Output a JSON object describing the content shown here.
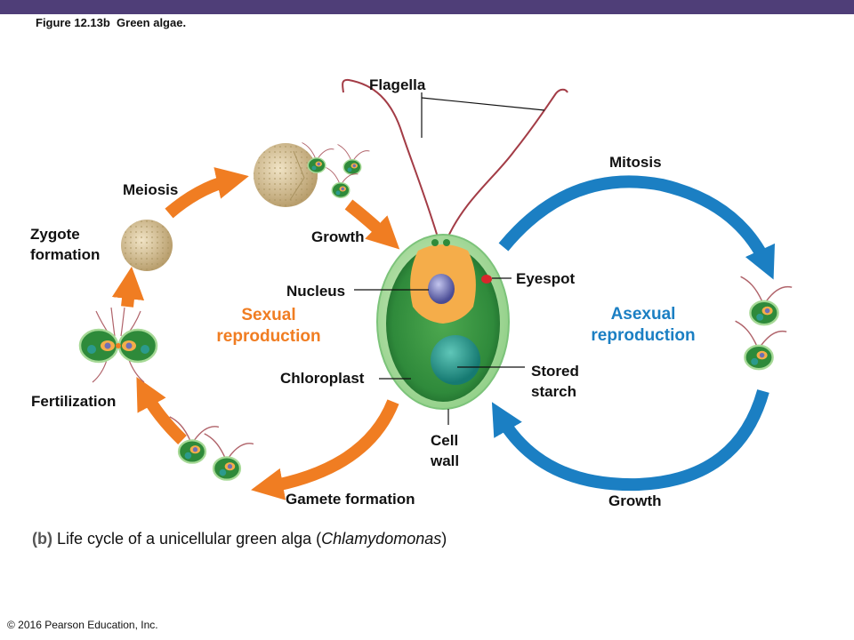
{
  "figure_title": "Figure 12.13b  Green algae.",
  "labels": {
    "flagella": "Flagella",
    "mitosis": "Mitosis",
    "meiosis": "Meiosis",
    "zygote_line1": "Zygote",
    "zygote_line2": "formation",
    "growth_left": "Growth",
    "eyespot": "Eyespot",
    "nucleus": "Nucleus",
    "sexual_line1": "Sexual",
    "sexual_line2": "reproduction",
    "asexual_line1": "Asexual",
    "asexual_line2": "reproduction",
    "chloroplast": "Chloroplast",
    "stored_line1": "Stored",
    "stored_line2": "starch",
    "fertilization": "Fertilization",
    "cellwall_line1": "Cell",
    "cellwall_line2": "wall",
    "gamete_formation": "Gamete formation",
    "growth_right": "Growth"
  },
  "caption": {
    "tag": "(b)",
    "text": "Life cycle of a unicellular green alga (",
    "genus": "Chlamydomonas",
    "close": ")"
  },
  "copyright": "© 2016 Pearson Education, Inc.",
  "colors": {
    "header_bar": "#4f3e78",
    "sexual_arrow": "#f07d22",
    "asexual_arrow": "#1b7fc3",
    "cell_green": "#3f9a45",
    "cytoplasm_orange": "#f5ad4a",
    "nucleus": "#6f70b6",
    "starch": "#2b9a8c",
    "eyespot": "#d9262c",
    "zygote": "#d9c39a"
  }
}
